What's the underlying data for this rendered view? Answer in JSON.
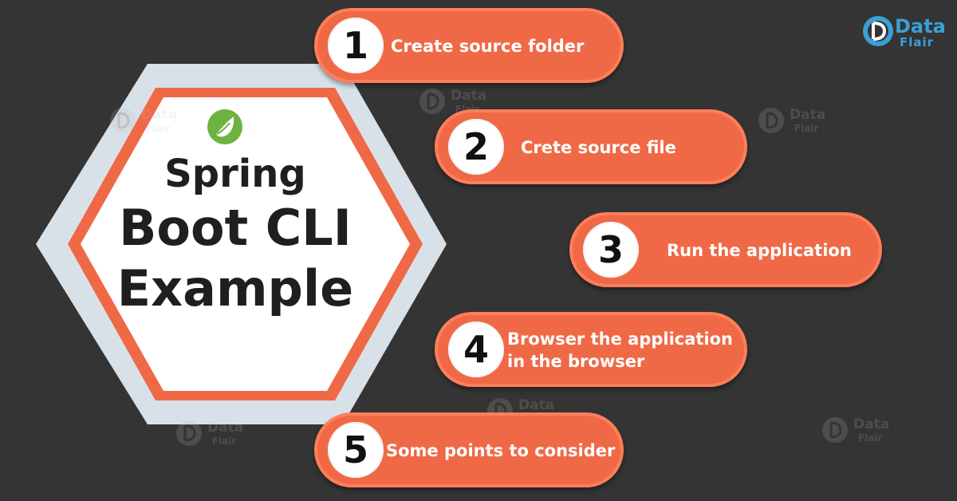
{
  "brand": {
    "name_line_1": "Data",
    "name_line_2": "Flair",
    "icon": "dataflair-logo-icon"
  },
  "watermark": {
    "name_line_1": "Data",
    "name_line_2": "Flair",
    "icon": "dataflair-watermark-icon"
  },
  "hero": {
    "logo_icon": "spring-leaf-icon",
    "title_line_1": "Spring",
    "title_line_2": "Boot CLI",
    "title_line_3": "Example"
  },
  "steps": [
    {
      "number": "1",
      "label": "Create source folder"
    },
    {
      "number": "2",
      "label": "Crete source file"
    },
    {
      "number": "3",
      "label": "Run the application"
    },
    {
      "number": "4",
      "label": "Browser the application\nin the browser"
    },
    {
      "number": "5",
      "label": "Some points to consider"
    }
  ],
  "colors": {
    "background": "#343434",
    "accent": "#f06946",
    "hex_outer": "#d9e1e8",
    "hex_inner": "#ffffff",
    "brand_blue": "#3aa0d8",
    "spring_green": "#6db33f"
  }
}
